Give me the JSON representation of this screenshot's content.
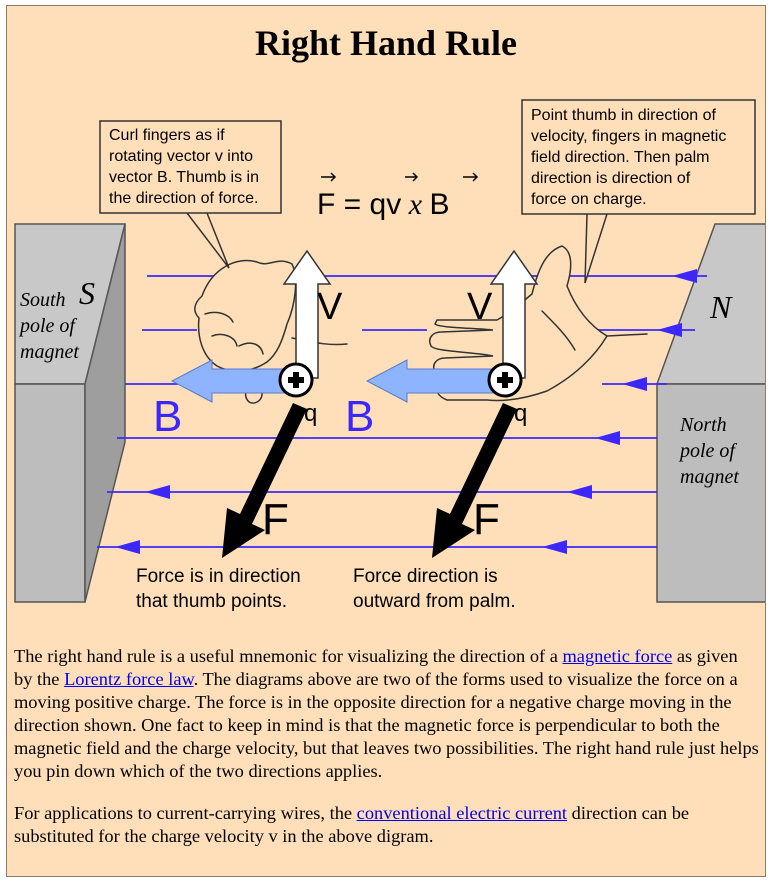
{
  "title": "Right Hand Rule",
  "diagram": {
    "left_callout": [
      "Curl fingers as if",
      "rotating vector v into",
      "vector B. Thumb is in",
      "the direction of force."
    ],
    "right_callout": [
      "Point thumb in direction of",
      "velocity, fingers in magnetic",
      "field direction. Then palm",
      "direction is direction of",
      "force on charge."
    ],
    "formula": {
      "F": "F",
      "eq": " = q",
      "v": "v",
      "x": " x ",
      "B": "B"
    },
    "south_letter": "S",
    "south_label": [
      "South",
      "pole of",
      "magnet"
    ],
    "north_letter": "N",
    "north_label": [
      "North",
      "pole of",
      "magnet"
    ],
    "v_label": "V",
    "b_label": "B",
    "q_label": "q",
    "f_label": "F",
    "caption_left": [
      "Force is in direction",
      "that thumb points."
    ],
    "caption_right": [
      "Force direction is",
      "outward from palm."
    ],
    "colors": {
      "field_line": "#3c28ff",
      "b_arrow": "#8fb4ff",
      "magnet": "#c7c7c7",
      "background": "#ffdfb9"
    }
  },
  "para1": {
    "t1": "The right hand rule is a useful mnemonic for visualizing the direction of a ",
    "link1": "magnetic force",
    "t2": " as given by the ",
    "link2": "Lorentz force law",
    "t3": ". The diagrams above are two of the forms used to visualize the force on a moving positive charge. The force is in the opposite direction for a negative charge moving in the direction shown. One fact to keep in mind is that the magnetic force is perpendicular to both the magnetic field and the charge velocity, but that leaves two possibilities. The right hand rule just helps you pin down which of the two directions applies."
  },
  "para2": {
    "t1": "For applications to current-carrying wires, the ",
    "link1": "conventional electric current",
    "t2": " direction can be substituted for the charge velocity v in the above digram."
  }
}
